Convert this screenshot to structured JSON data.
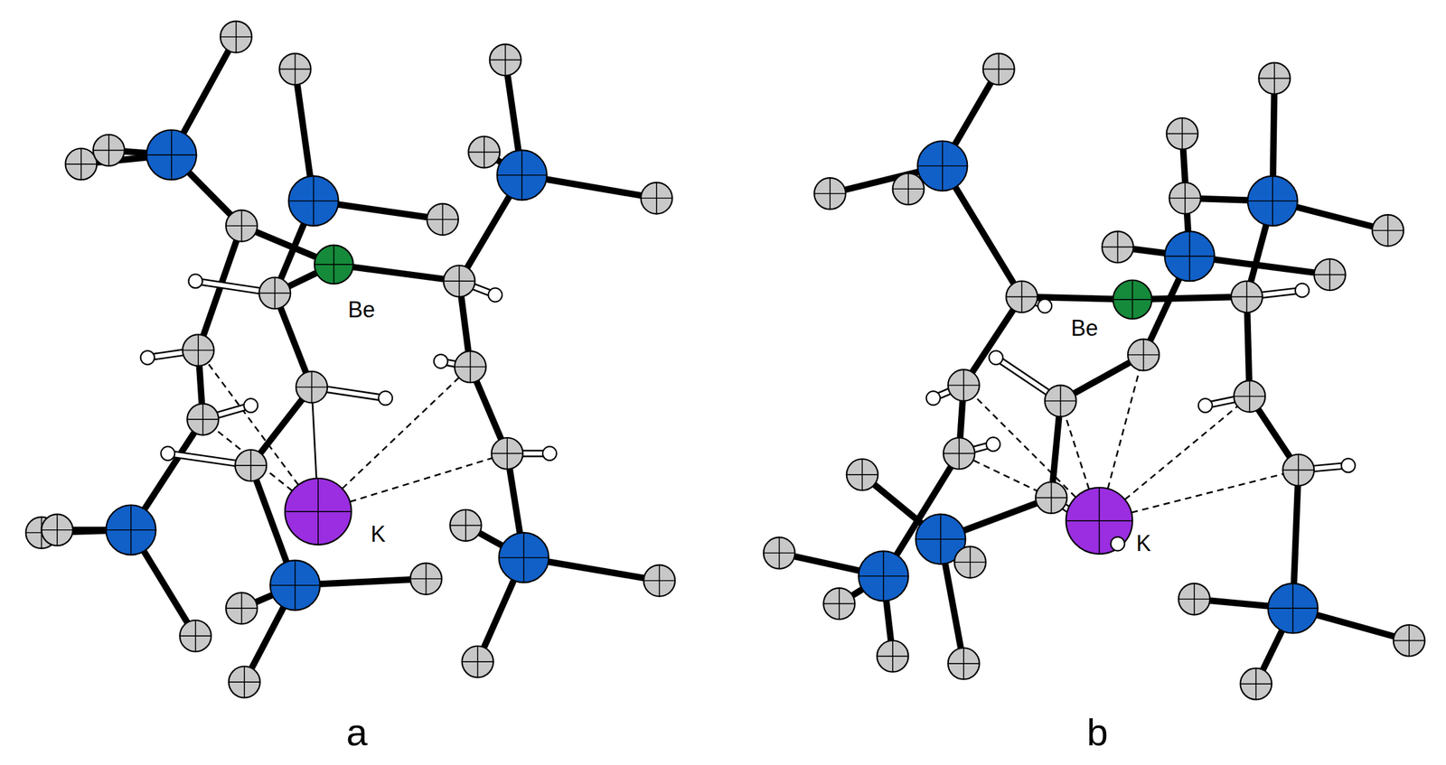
{
  "diagram": {
    "labels": [
      "Be",
      "K",
      "a",
      "Be",
      "K",
      "b"
    ]
  }
}
